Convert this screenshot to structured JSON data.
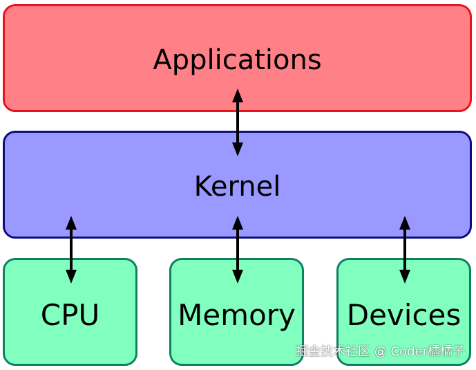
{
  "layers": {
    "applications": "Applications",
    "kernel": "Kernel"
  },
  "hardware": {
    "cpu": "CPU",
    "memory": "Memory",
    "devices": "Devices"
  },
  "watermark": "掘金技术社区 @ Coder橘橘子",
  "colors": {
    "applications_fill": "#ff8087",
    "applications_border": "#e8141d",
    "kernel_fill": "#9999ff",
    "kernel_border": "#0d0d7d",
    "hardware_fill": "#80ffbe",
    "hardware_border": "#108063",
    "arrow": "#000000"
  }
}
